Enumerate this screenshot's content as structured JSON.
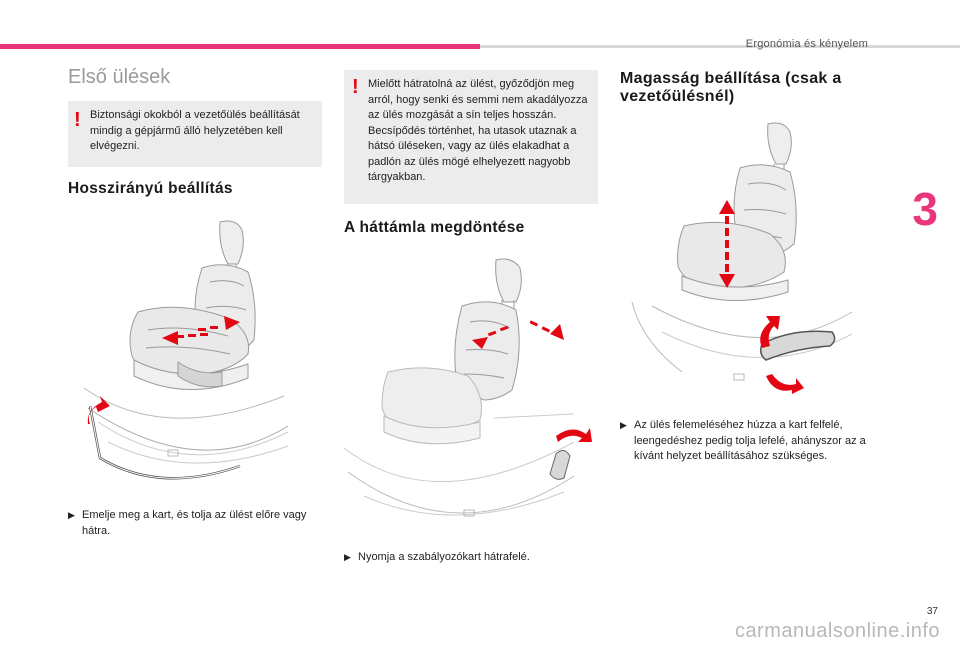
{
  "header": {
    "section_title": "Ergonómia és kényelem",
    "chapter_number": "3",
    "page_number": "37",
    "watermark": "carmanualsonline.info",
    "accent_color": "#e8357c",
    "warning_color": "#e30613"
  },
  "col1": {
    "title": "Első ülések",
    "warning": "Biztonsági okokból a vezetőülés beállítását mindig a gépjármű álló helyzetében kell elvégezni.",
    "warning_mark": "!",
    "heading": "Hosszirányú beállítás",
    "bullet": "",
    "instruction": "Emelje meg a kart, és tolja az ülést előre vagy hátra."
  },
  "col2": {
    "warning": "Mielőtt hátratolná az ülést, győződjön meg arról, hogy senki és semmi nem akadályozza az ülés mozgását a sín teljes hosszán. Becsípődés történhet, ha utasok utaznak a hátsó üléseken, vagy az ülés elakadhat a padlón az ülés mögé elhelyezett nagyobb tárgyakban.",
    "warning_mark": "!",
    "heading": "A háttámla megdöntése",
    "bullet": "",
    "instruction": "Nyomja a szabályozókart hátrafelé."
  },
  "col3": {
    "heading": "Magasság beállítása (csak a vezetőülésnél)",
    "bullet": "",
    "instruction": "Az ülés felemeléséhez húzza a kart felfelé, leengedéshez pedig tolja lefelé, ahányszor az a kívánt helyzet beállításához szükséges."
  }
}
